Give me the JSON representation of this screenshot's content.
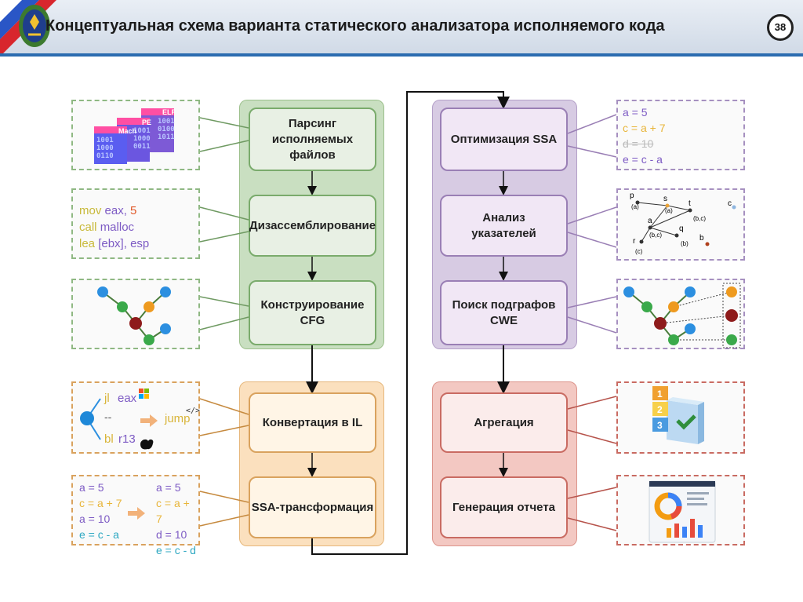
{
  "header": {
    "title": "Концептуальная схема варианта статического анализатора исполняемого кода",
    "page_number": "38"
  },
  "left_column": {
    "top_group": [
      {
        "label": "Парсинг\nисполняемых файлов"
      },
      {
        "label": "Дизассемблирование"
      },
      {
        "label": "Конструирование CFG"
      }
    ],
    "bottom_group": [
      {
        "label": "Конвертация в IL"
      },
      {
        "label": "SSA-трансформация"
      }
    ]
  },
  "right_column": {
    "top_group": [
      {
        "label": "Оптимизация SSA"
      },
      {
        "label": "Анализ\nуказателей"
      },
      {
        "label": "Поиск подграфов\nCWE"
      }
    ],
    "bottom_group": [
      {
        "label": "Агрегация"
      },
      {
        "label": "Генерация отчета"
      }
    ]
  },
  "examples": {
    "formats": [
      "Mach",
      "PE",
      "ELF"
    ],
    "asm": {
      "line1": [
        "mov",
        "eax,",
        "5"
      ],
      "line2": [
        "call",
        "malloc"
      ],
      "line3": [
        "lea",
        "[ebx],",
        "esp"
      ]
    },
    "il": {
      "jl": "jl",
      "eax": "eax",
      "dashes": "--",
      "jump": "jump",
      "bl": "bl",
      "r13": "r13"
    },
    "ssa_before": [
      "a = 5",
      "c = a + 7",
      "a = 10",
      "e = c - a"
    ],
    "ssa_after": [
      "a = 5",
      "c = a + 7",
      "d = 10",
      "e = c - d"
    ],
    "opt": [
      "a = 5",
      "c = a + 7",
      "d = 10",
      "e = c - a"
    ],
    "pointer_graph": {
      "p": "p",
      "s": "s",
      "t": "t",
      "a": "a",
      "q": "q",
      "r": "r",
      "b": "b",
      "c": "c",
      "lbl_a1": "(a)",
      "lbl_a2": "(a)",
      "lbl_bc1": "(b,c)",
      "lbl_bc2": "(b,c)",
      "lbl_b": "(b)",
      "lbl_c": "(c)"
    }
  },
  "colors": {
    "green_group": "#c9dfc1",
    "green_border": "#7aab6c",
    "green_step": "#e8f0e4",
    "orange_group": "#fbe0be",
    "orange_border": "#d9a25e",
    "orange_step": "#fff5e6",
    "purple_group": "#d7cbe3",
    "purple_border": "#9a7fb5",
    "purple_step": "#f1e7f5",
    "red_group": "#f3c8c2",
    "red_border": "#c96b62",
    "red_step": "#fbeceb"
  }
}
